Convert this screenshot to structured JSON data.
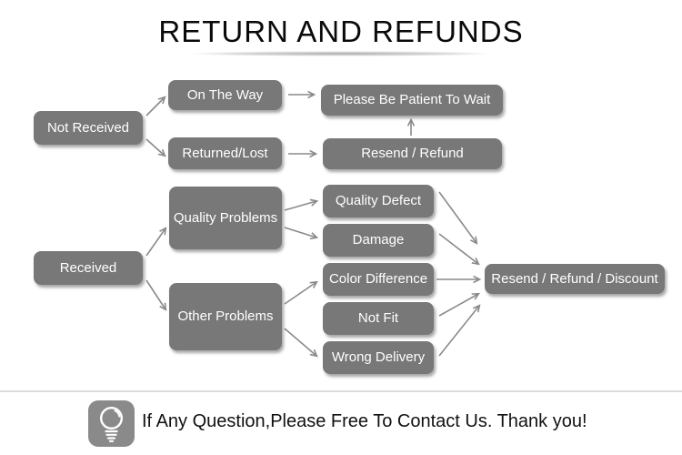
{
  "title": "RETURN AND REFUNDS",
  "flowchart": {
    "nodes": {
      "not_received": "Not Received",
      "on_the_way": "On The Way",
      "returned_lost": "Returned/Lost",
      "please_wait": "Please Be Patient To Wait",
      "resend_refund": "Resend / Refund",
      "received": "Received",
      "quality_problems": "Quality Problems",
      "other_problems": "Other Problems",
      "quality_defect": "Quality Defect",
      "damage": "Damage",
      "color_difference": "Color Difference",
      "not_fit": "Not Fit",
      "wrong_delivery": "Wrong Delivery",
      "resend_refund_discount": "Resend / Refund / Discount"
    },
    "edges": [
      "Not Received -> On The Way",
      "Not Received -> Returned/Lost",
      "On The Way -> Please Be Patient To Wait",
      "Returned/Lost -> Resend / Refund",
      "Resend / Refund -> Please Be Patient To Wait",
      "Received -> Quality Problems",
      "Received -> Other Problems",
      "Quality Problems -> Quality Defect",
      "Quality Problems -> Damage",
      "Other Problems -> Color Difference",
      "Other Problems -> Wrong Delivery",
      "Quality Defect -> Resend / Refund / Discount",
      "Damage -> Resend / Refund / Discount",
      "Color Difference -> Resend / Refund / Discount",
      "Not Fit -> Resend / Refund / Discount",
      "Wrong Delivery -> Resend / Refund / Discount"
    ]
  },
  "footer": {
    "icon": "lightbulb-icon",
    "message": "If Any Question,Please Free To Contact Us. Thank you!"
  },
  "colors": {
    "node_fill": "#787878",
    "node_text": "#ffffff",
    "arrow": "#8a8a8a",
    "title_text": "#0a0a0a",
    "footer_line": "#dcdcdc",
    "icon_bg": "#8a8a8a"
  }
}
